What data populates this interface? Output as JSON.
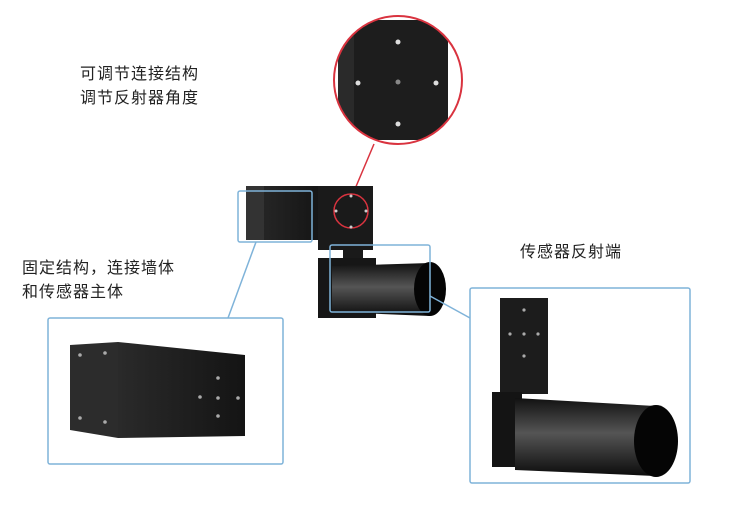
{
  "callouts": {
    "adjustable": {
      "line1": "可调节连接结构",
      "line2": "调节反射器角度"
    },
    "fixed": {
      "line1": "固定结构，连接墙体",
      "line2": "和传感器主体"
    },
    "reflector": {
      "line1": "传感器反射端"
    }
  },
  "colors": {
    "highlight_red": "#d9333f",
    "callout_blue": "#7fb3d9",
    "product_black": "#1c1c1c"
  }
}
